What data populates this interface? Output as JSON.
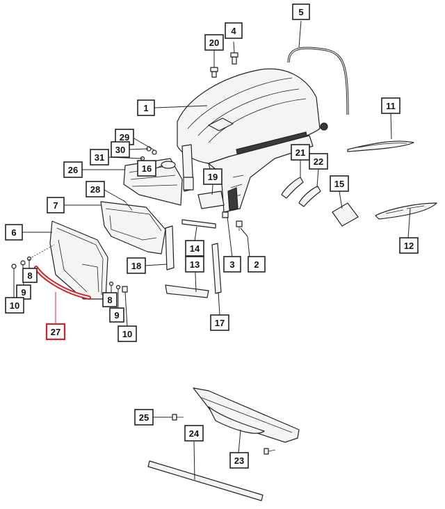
{
  "callouts": [
    {
      "id": "c1",
      "label": "1"
    },
    {
      "id": "c2",
      "label": "2"
    },
    {
      "id": "c3",
      "label": "3"
    },
    {
      "id": "c4",
      "label": "4"
    },
    {
      "id": "c5",
      "label": "5"
    },
    {
      "id": "c6",
      "label": "6"
    },
    {
      "id": "c7",
      "label": "7"
    },
    {
      "id": "c8a",
      "label": "8"
    },
    {
      "id": "c8b",
      "label": "8"
    },
    {
      "id": "c9a",
      "label": "9"
    },
    {
      "id": "c9b",
      "label": "9"
    },
    {
      "id": "c10a",
      "label": "10"
    },
    {
      "id": "c10b",
      "label": "10"
    },
    {
      "id": "c11",
      "label": "11"
    },
    {
      "id": "c12",
      "label": "12"
    },
    {
      "id": "c13",
      "label": "13"
    },
    {
      "id": "c14",
      "label": "14"
    },
    {
      "id": "c15",
      "label": "15"
    },
    {
      "id": "c16",
      "label": "16"
    },
    {
      "id": "c17",
      "label": "17"
    },
    {
      "id": "c18",
      "label": "18"
    },
    {
      "id": "c19",
      "label": "19"
    },
    {
      "id": "c20",
      "label": "20"
    },
    {
      "id": "c21",
      "label": "21"
    },
    {
      "id": "c22",
      "label": "22"
    },
    {
      "id": "c23",
      "label": "23"
    },
    {
      "id": "c24",
      "label": "24"
    },
    {
      "id": "c25",
      "label": "25"
    },
    {
      "id": "c26",
      "label": "26"
    },
    {
      "id": "c27",
      "label": "27"
    },
    {
      "id": "c28",
      "label": "28"
    },
    {
      "id": "c29",
      "label": "29"
    },
    {
      "id": "c30",
      "label": "30"
    },
    {
      "id": "c31",
      "label": "31"
    }
  ],
  "highlight_color": "#d6202a",
  "highlighted_part": "27"
}
